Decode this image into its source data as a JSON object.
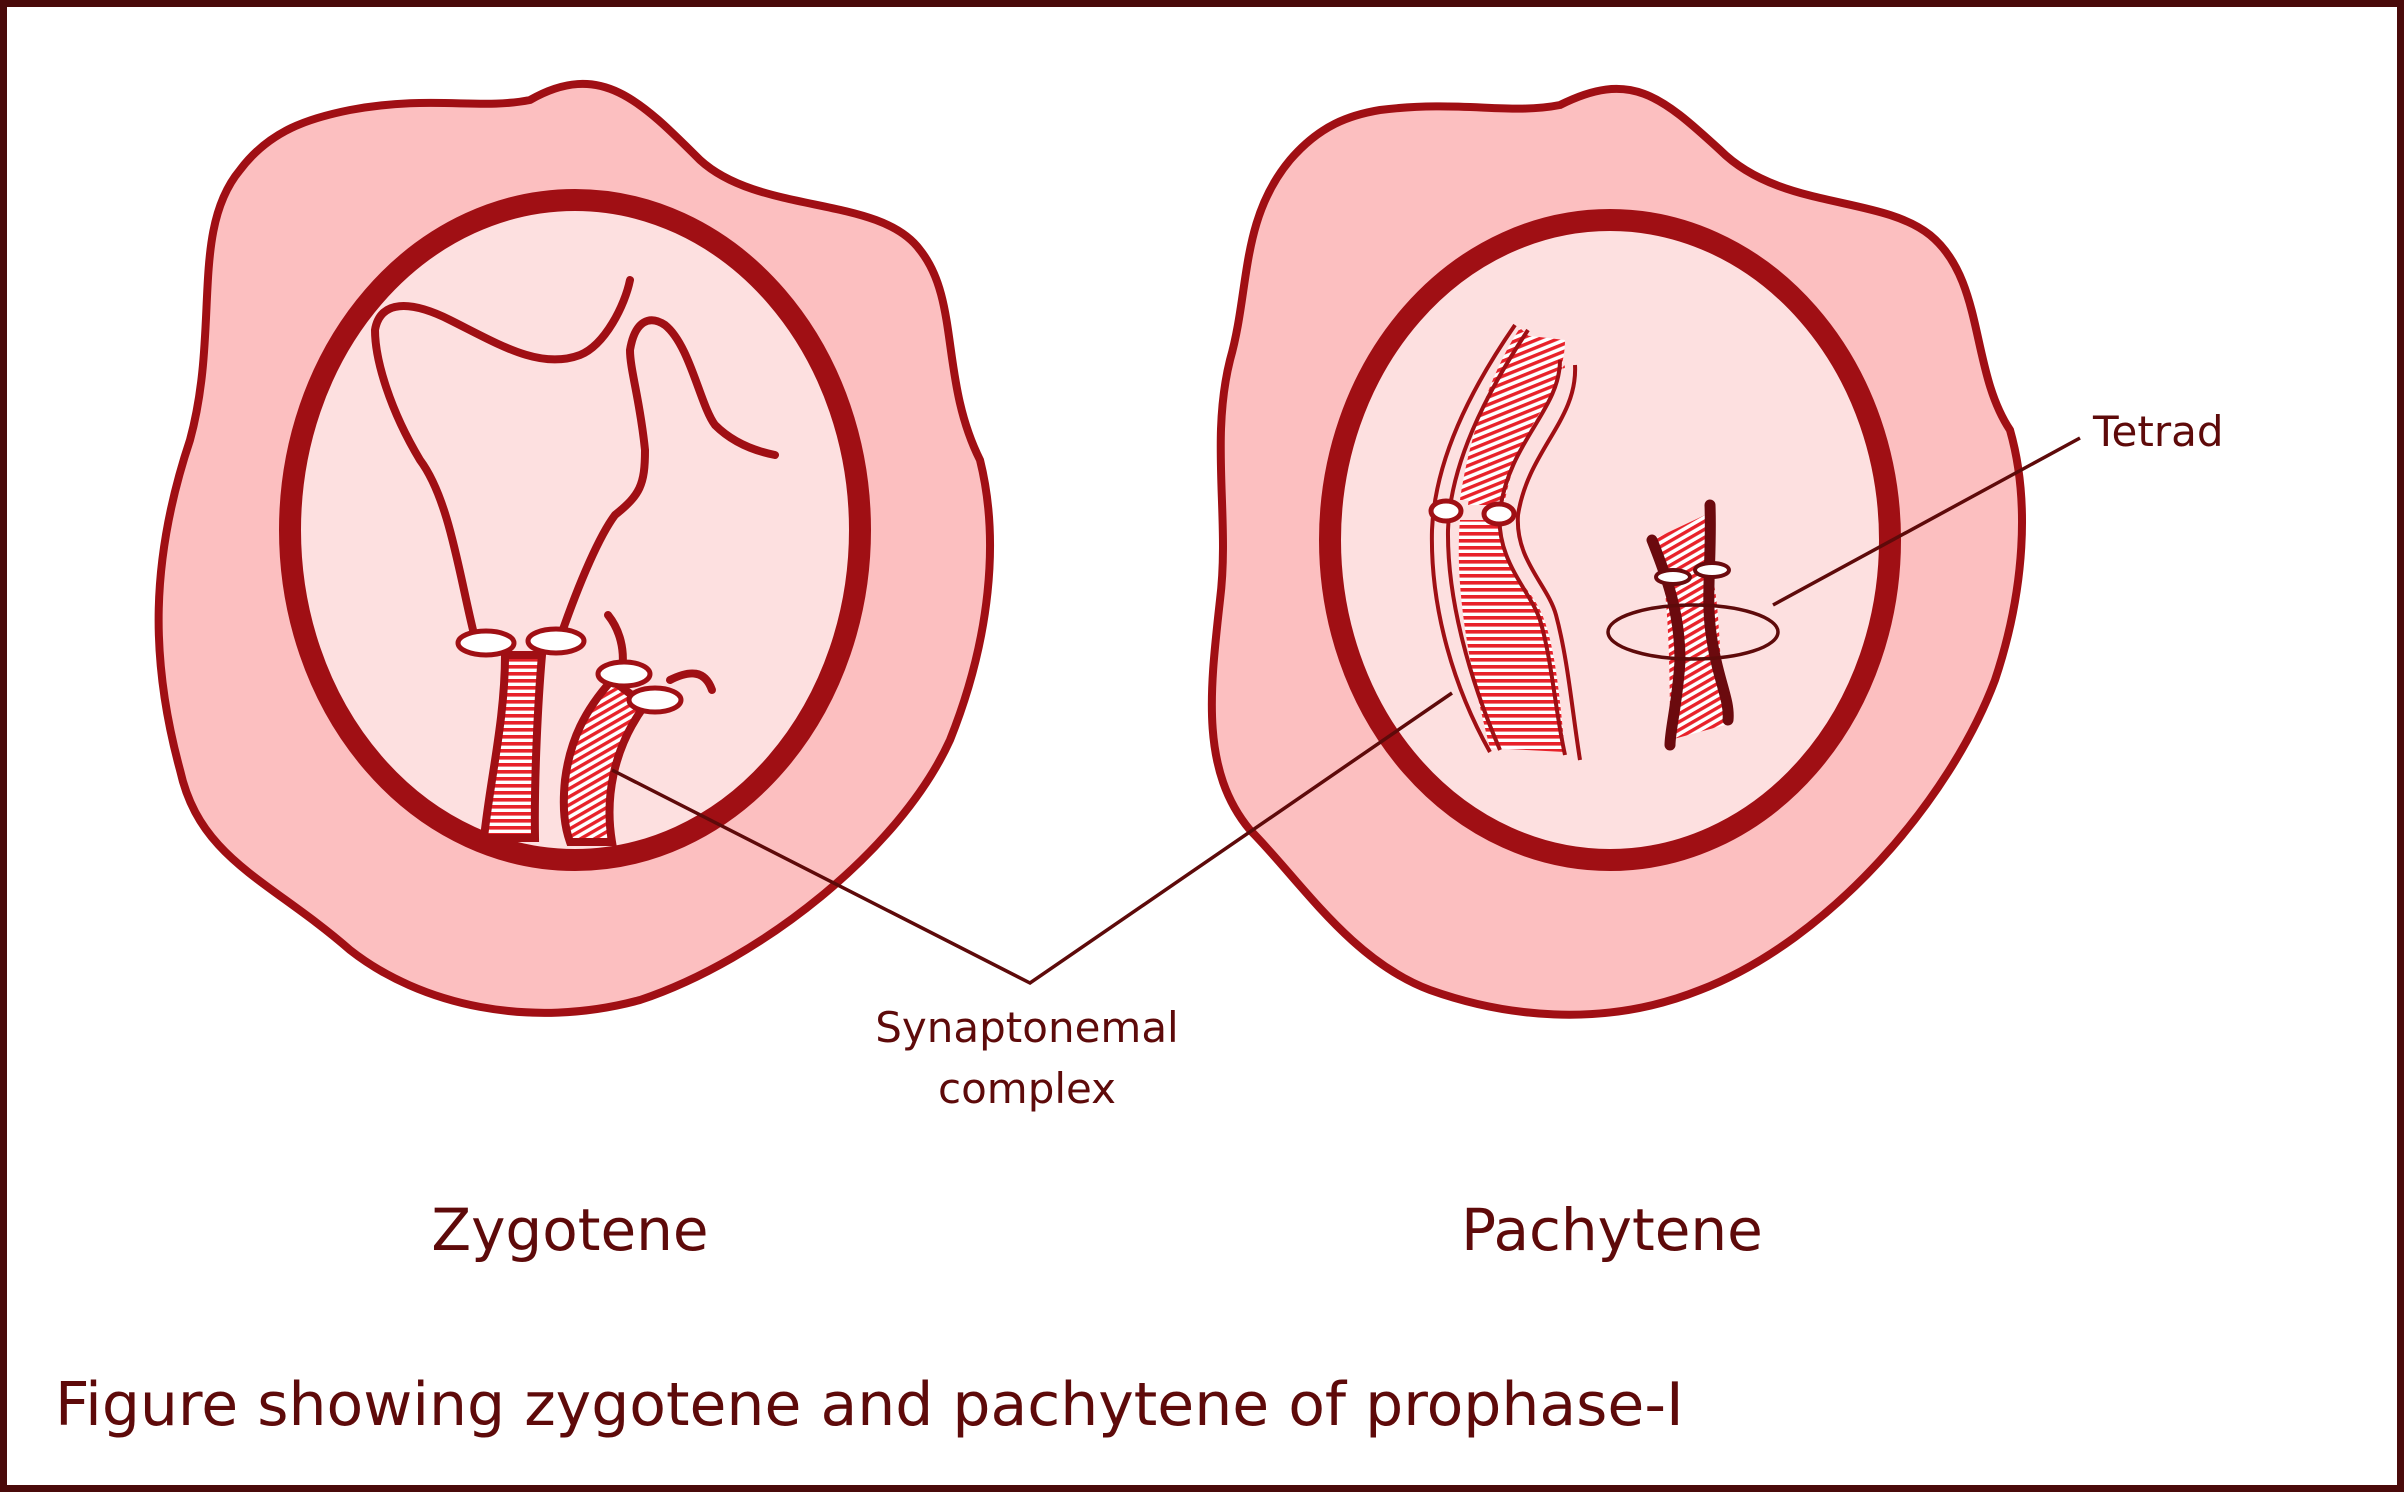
{
  "labels": {
    "tetrad": "Tetrad",
    "synaptonemal_line1": "Synaptonemal",
    "synaptonemal_line2": "complex",
    "zygotene": "Zygotene",
    "pachytene": "Pachytene"
  },
  "caption": "Figure showing zygotene and pachytene of prophase-I",
  "colors": {
    "outline": "#a00f14",
    "cytoplasm": "#fcbfc0",
    "nucleus": "#fde0e0",
    "stripe": "#e8222a",
    "text": "#5e0a0a",
    "frame": "#4a0a0a"
  }
}
